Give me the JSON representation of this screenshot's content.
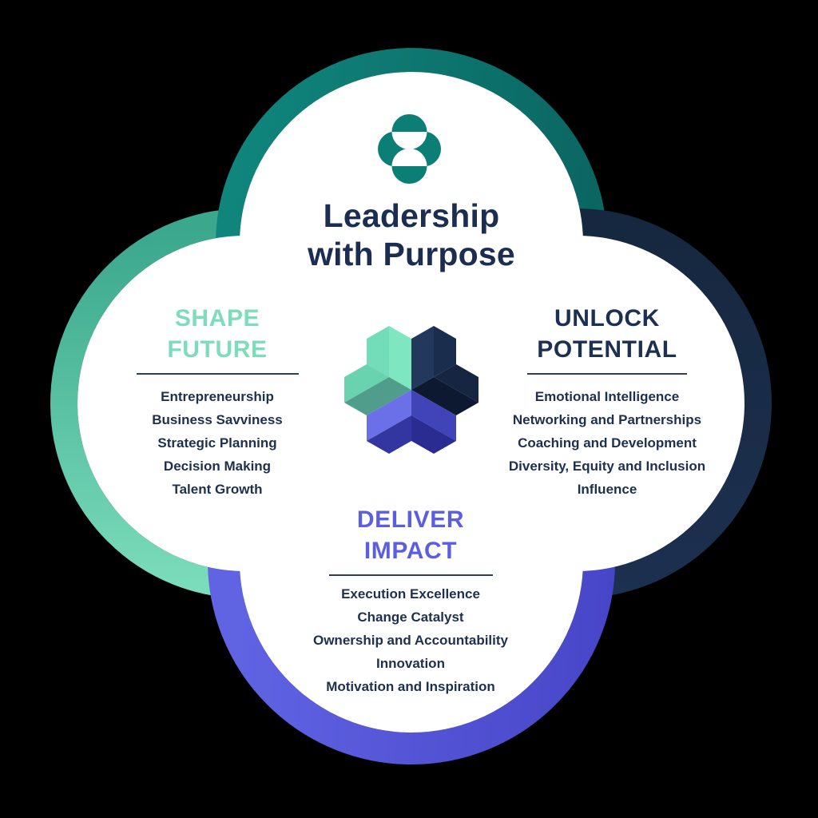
{
  "title": {
    "line1": "Leadership",
    "line2": "with Purpose",
    "color": "#1B2E52"
  },
  "logo": {
    "name": "four-circles-brand-logo",
    "color": "#0B7F76"
  },
  "colors": {
    "background": "#000000",
    "lobe_fill": "#FFFFFF",
    "body_text": "#1D3050",
    "divider": "#2C3E5E",
    "ring_top": [
      "#0F857C",
      "#0B6662"
    ],
    "ring_left": [
      "#3BA78C",
      "#7EDFBD"
    ],
    "ring_right": [
      "#16283F",
      "#1D3050"
    ],
    "ring_bottom": [
      "#6064E3",
      "#4746C8"
    ]
  },
  "center_icon": {
    "name": "tri-arm-isometric-star",
    "green": [
      "#7EE6C1",
      "#73DCB8",
      "#69D2AE",
      "#4F9D8A"
    ],
    "navy": [
      "#22385C",
      "#1B2D4D",
      "#152542",
      "#0C1930"
    ],
    "purple": [
      "#6B6FE8",
      "#4044B8",
      "#3335A0",
      "#2B2C92"
    ]
  },
  "sections": [
    {
      "id": "shape-future",
      "heading1": "SHAPE",
      "heading2": "FUTURE",
      "accent": "#7DDDBA",
      "items": [
        "Entrepreneurship",
        "Business Savviness",
        "Strategic Planning",
        "Decision Making",
        "Talent Growth"
      ]
    },
    {
      "id": "unlock-potential",
      "heading1": "UNLOCK",
      "heading2": "POTENTIAL",
      "accent": "#1C3051",
      "items": [
        "Emotional Intelligence",
        "Networking and Partnerships",
        "Coaching and Development",
        "Diversity, Equity and Inclusion",
        "Influence"
      ]
    },
    {
      "id": "deliver-impact",
      "heading1": "DELIVER",
      "heading2": "IMPACT",
      "accent": "#5B5EE1",
      "items": [
        "Execution Excellence",
        "Change Catalyst",
        "Ownership and Accountability",
        "Innovation",
        "Motivation and Inspiration"
      ]
    }
  ]
}
